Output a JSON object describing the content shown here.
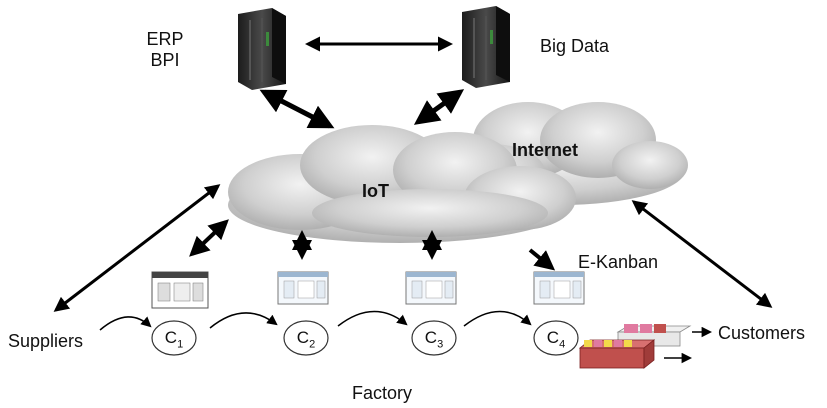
{
  "systems": {
    "erp_line1": "ERP",
    "erp_line2": "BPI",
    "big_data": "Big Data"
  },
  "clouds": {
    "iot": "IoT",
    "internet": "Internet"
  },
  "labels": {
    "e_kanban": "E-Kanban",
    "suppliers": "Suppliers",
    "customers": "Customers",
    "factory": "Factory"
  },
  "stations": [
    {
      "letter": "C",
      "index": "1"
    },
    {
      "letter": "C",
      "index": "2"
    },
    {
      "letter": "C",
      "index": "3"
    },
    {
      "letter": "C",
      "index": "4"
    }
  ],
  "colors": {
    "cloud": "#cfcfcf",
    "server": "#2b2b2b",
    "arrow": "#000000",
    "truck_red": "#c0504d",
    "truck_pink": "#e07aa0",
    "truck_yellow": "#f2d94a"
  }
}
